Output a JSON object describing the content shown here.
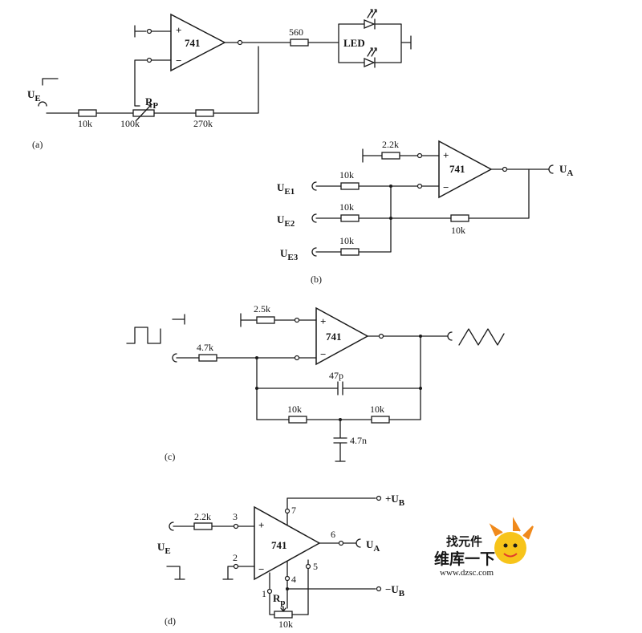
{
  "panels": {
    "a": {
      "caption": "(a)",
      "opamp": "741",
      "plus": "+",
      "minus": "−",
      "input": "U",
      "input_sub": "E",
      "r1": "10k",
      "rp": "100k",
      "rp_label": "R",
      "rp_sub": "P",
      "rf": "270k",
      "r_led": "560",
      "led": "LED"
    },
    "b": {
      "caption": "(b)",
      "opamp": "741",
      "plus": "+",
      "minus": "−",
      "r_plus": "2.2k",
      "inputs": [
        {
          "label": "U",
          "sub": "E1",
          "r": "10k"
        },
        {
          "label": "U",
          "sub": "E2",
          "r": "10k"
        },
        {
          "label": "U",
          "sub": "E3",
          "r": "10k"
        }
      ],
      "rf": "10k",
      "output": "U",
      "output_sub": "A"
    },
    "c": {
      "caption": "(c)",
      "opamp": "741",
      "plus": "+",
      "minus": "−",
      "r_plus": "2.5k",
      "r_in": "4.7k",
      "c_fb": "47p",
      "r_t1": "10k",
      "r_t2": "10k",
      "c_t": "4.7n"
    },
    "d": {
      "caption": "(d)",
      "opamp": "741",
      "plus": "+",
      "minus": "−",
      "r_in": "2.2k",
      "input": "U",
      "input_sub": "E",
      "pins": {
        "p1": "1",
        "p2": "2",
        "p3": "3",
        "p4": "4",
        "p5": "5",
        "p6": "6",
        "p7": "7"
      },
      "vplus": "+U",
      "vplus_sub": "B",
      "vminus": "−U",
      "vminus_sub": "B",
      "output": "U",
      "output_sub": "A",
      "rp_label": "R",
      "rp_sub": "p",
      "rp": "10k"
    }
  },
  "watermark": {
    "line1": "找元件",
    "line2": "维库一下",
    "url": "www.dzsc.com"
  },
  "colors": {
    "ink": "#1a1a1a",
    "watermark_red": "#e23a2c",
    "watermark_orange": "#f08a1c",
    "watermark_yellow": "#f7c41a"
  }
}
